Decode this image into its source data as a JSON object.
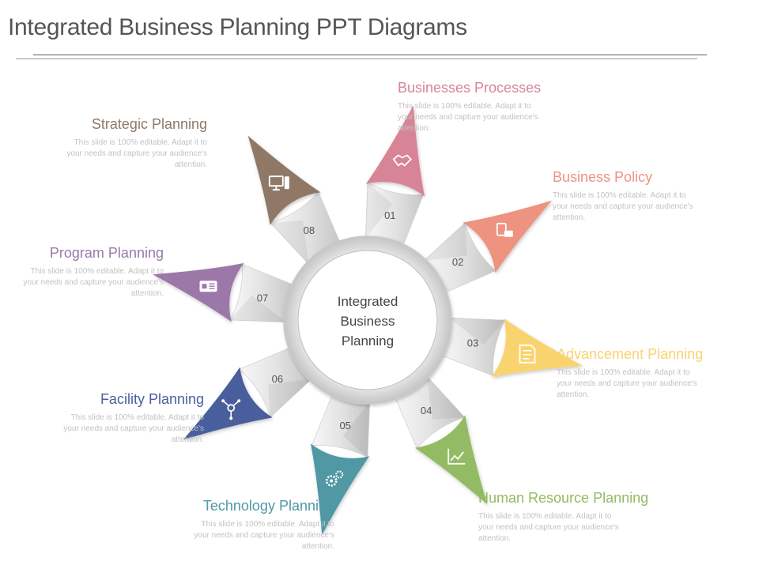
{
  "title": "Integrated Business Planning PPT Diagrams",
  "center_lines": [
    "Integrated",
    "Business",
    "Planning"
  ],
  "description": "This slide is 100% editable. Adapt it to your needs and capture your audience's attention.",
  "items": [
    {
      "num": "01",
      "label": "Businesses Processes",
      "color": "#D88497",
      "icon": "handshake-icon"
    },
    {
      "num": "02",
      "label": "Business Policy",
      "color": "#EE9380",
      "icon": "devices-icon"
    },
    {
      "num": "03",
      "label": "Advancement  Planning",
      "color": "#F9D36E",
      "icon": "document-icon"
    },
    {
      "num": "04",
      "label": "Human  Resource Planning",
      "color": "#93BB63",
      "icon": "line-chart-icon"
    },
    {
      "num": "05",
      "label": "Technology  Planning",
      "color": "#4F98A4",
      "icon": "gears-icon"
    },
    {
      "num": "06",
      "label": "Facility Planning",
      "color": "#4A5E9D",
      "icon": "network-icon"
    },
    {
      "num": "07",
      "label": "Program  Planning",
      "color": "#9C78A8",
      "icon": "id-card-icon"
    },
    {
      "num": "08",
      "label": "Strategic Planning",
      "color": "#8F7866",
      "icon": "computer-icon"
    }
  ]
}
